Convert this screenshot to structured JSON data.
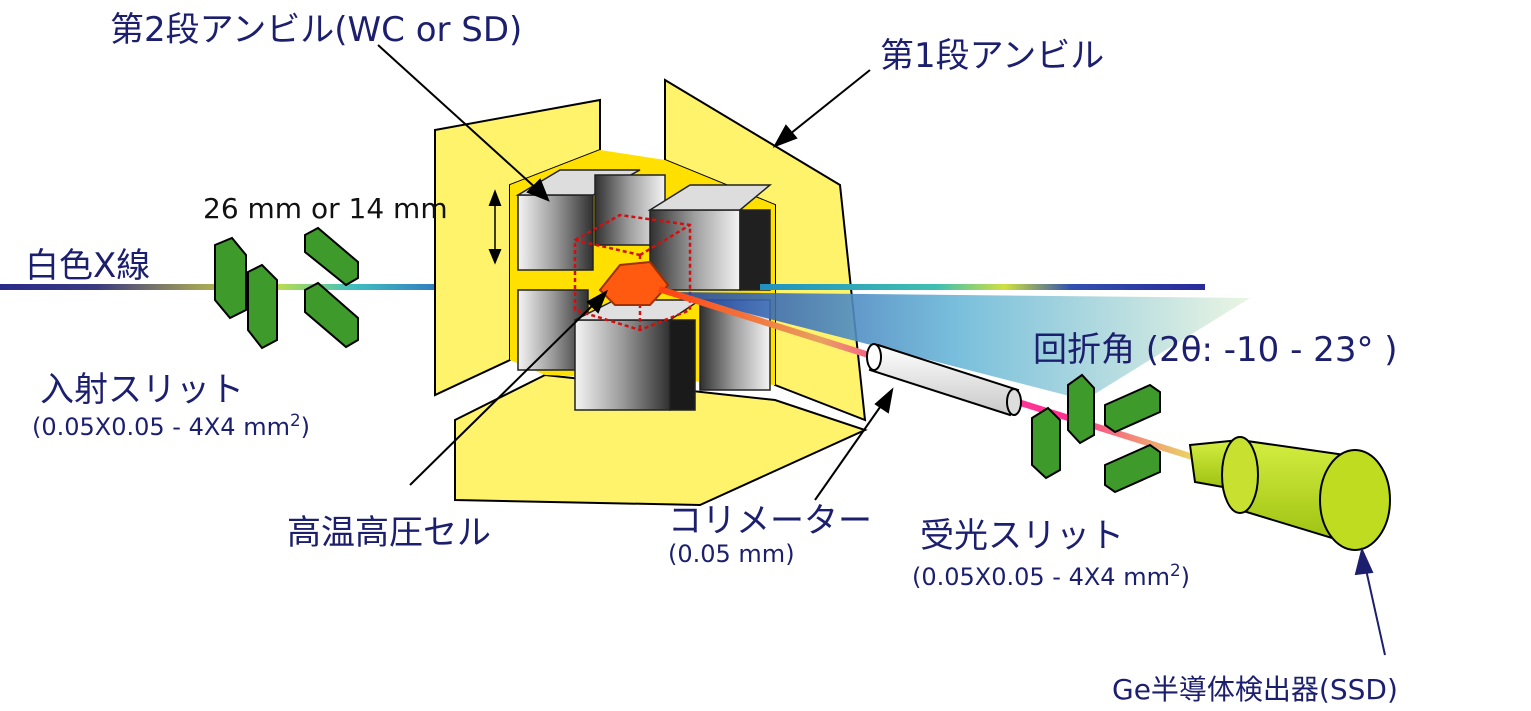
{
  "title": "高圧X線回折実験配置",
  "labels": {
    "second_anvil": "第2段アンビル(WC or SD)",
    "first_anvil": "第1段アンビル",
    "anvil_size": "26 mm or 14 mm",
    "white_xray": "白色X線",
    "incident_slit": "入射スリット",
    "incident_slit_size": "(0.05X0.05 - 4X4 mm",
    "incident_slit_sup": "2",
    "incident_slit_close": ")",
    "cell": "高温高圧セル",
    "collimator": "コリメーター",
    "collimator_size": "(0.05 mm)",
    "diffraction_angle": "回折角 (2θ: -10 - 23°  )",
    "receiving_slit": "受光スリット",
    "receiving_slit_size": "(0.05X0.05 - 4X4 mm",
    "receiving_slit_sup": "2",
    "receiving_slit_close": ")",
    "detector": "Ge半導体検出器(SSD)"
  },
  "colors": {
    "text": "#1c1f6e",
    "yellow": "#fff36b",
    "slit": "#3e9a2a",
    "detector": "#b5d61a",
    "cell": "#ff5a10"
  }
}
